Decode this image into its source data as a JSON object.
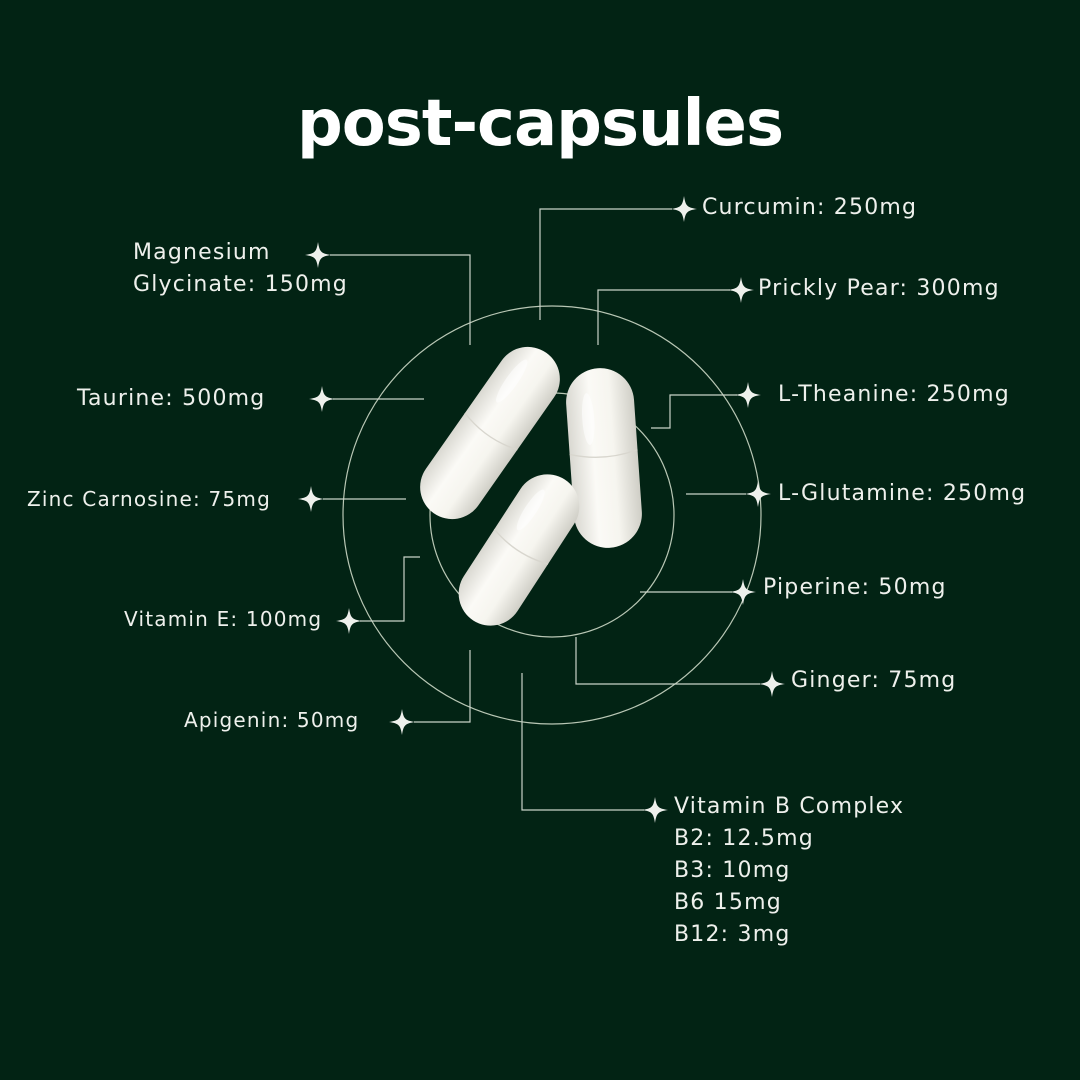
{
  "title": "post-capsules",
  "colors": {
    "background": "#022314",
    "text": "#eef0ec",
    "lines": "#c9d3c8",
    "circle": "#b9c7b5",
    "capsule": "#f3f1ea"
  },
  "icons": {
    "star": "four-point-sparkle-icon"
  },
  "ingredients": {
    "curcumin": "Curcumin: 250mg",
    "magnesium_line1": "Magnesium",
    "magnesium_line2": "Glycinate: 150mg",
    "prickly_pear": "Prickly Pear: 300mg",
    "taurine": "Taurine: 500mg",
    "l_theanine": "L-Theanine: 250mg",
    "zinc": "Zinc Carnosine: 75mg",
    "l_glutamine": "L-Glutamine: 250mg",
    "piperine": "Piperine: 50mg",
    "vitamin_e": "Vitamin E: 100mg",
    "ginger": "Ginger: 75mg",
    "apigenin": "Apigenin: 50mg",
    "vitamin_b": {
      "heading": "Vitamin B Complex",
      "b2": "B2: 12.5mg",
      "b3": "B3: 10mg",
      "b6": "B6 15mg",
      "b12": "B12: 3mg"
    }
  }
}
